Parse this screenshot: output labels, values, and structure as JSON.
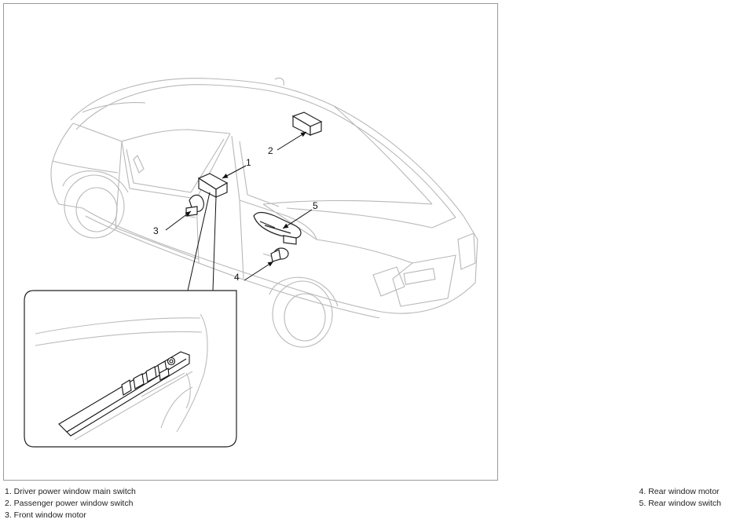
{
  "diagram": {
    "callouts": [
      "1",
      "2",
      "3",
      "4",
      "5"
    ]
  },
  "legend": {
    "left": [
      "1. Driver power window main switch",
      "2. Passenger power window switch",
      "3. Front window motor"
    ],
    "right": [
      "4. Rear window motor",
      "5. Rear window switch"
    ]
  }
}
